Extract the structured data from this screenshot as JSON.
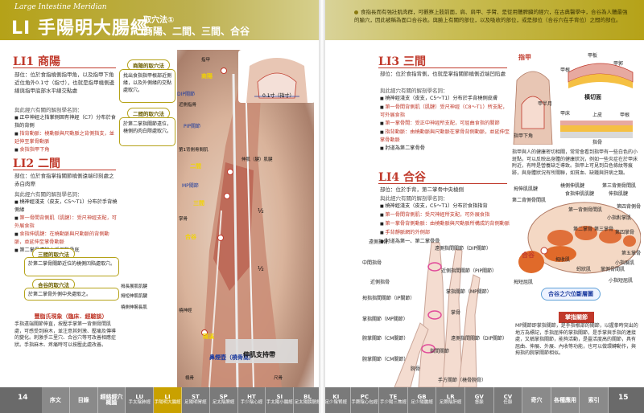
{
  "left": {
    "header": {
      "meridian_en": "Large Intestine Meridian",
      "meridian_title": "LI 手陽明大腸經",
      "acu_method": "取穴法①",
      "acu_points": "商陽、二間、三間、合谷"
    },
    "li1": {
      "title": "LI1 商陽",
      "location": "部位：位於食指橈側指甲角，以及指甲下角近位角外0.1寸（指寸），也就是指甲橈側邊線與指甲底部水平線交點處",
      "nerve_heading": "與此經穴有關的解剖學名詞：",
      "bullets": [
        "正中神經之指掌側固有神經（C7）分布於食指的背側",
        "指背動脈：橈動脈與尺動脈之背側指支，並延伸至掌骨動脈",
        "食指指甲下角"
      ],
      "callout_tag": "商陽的取穴法",
      "callout_text": "找出食指指甲根部近側緣，以及外側緣的交點處取穴。"
    },
    "li2": {
      "title": "LI2 二間",
      "location": "部位：位於食指掌指關節橈側遠端印刻處之赤白肉際",
      "nerve_heading": "與此經穴有關的解剖學名詞：",
      "bullets": [
        "橈神經淺支（皮支，C5〜T1）分布於手背橈側緣",
        "第一骨間背側肌（肌腱）：受尺神經支配，可外展食指",
        "食指伸肌腱：在橈動脈與尺動脈的背側動脈，並延伸至掌骨動脈",
        "第二掌骨遠端之近側指骨底"
      ],
      "callout_tag": "二間的取穴法",
      "callout_text": "於第二掌指關節遠位，橈側的肉白際處取穴。"
    },
    "li3_callout_tag": "三間的取穴法",
    "li3_callout_text": "於第二掌骨關節近位的橈側凹陷處取穴。",
    "li4_callout_tag": "合谷的取穴法",
    "li4_callout_text": "於第二掌骨外側中央處取之。",
    "tip": {
      "title": "豐脂氏現象（臨床．經驗談）",
      "text": "手指遠端關節伸直，按壓手掌第一背側骨間肌處，可感受到麻木，並注意其刺激、壓痛及傳導的變化。刺激手三里穴、合谷穴等可改善相應症狀。手指麻木、疼痛時可以按壓此處改善。"
    },
    "anatomy_labels": {
      "shangyang": "商陽",
      "erjian": "二間",
      "sanjian": "三間",
      "hegu": "合谷",
      "yangxi": "陽溪",
      "dip": "DIP關節",
      "pip": "PIP關節",
      "mp": "MP關節",
      "half1": "½",
      "half2": "½",
      "nail": "指甲",
      "tendon": "伸肌（腱）肌腱",
      "dorsal_interosseous": "第1背側骨間肌",
      "radial_nerve": "橈神經",
      "apl": "拇長展肌肌腱",
      "epb": "拇短伸肌肌腱",
      "ecrl": "橈側伸腕長肌",
      "snuff": "鼻煙壺（橈骨窩）",
      "retinaculum": "伸肌支持帶",
      "phalanx": "近側指骨",
      "metacarpal": "掌骨",
      "ulna": "尺骨",
      "radius": "橈骨",
      "zero_one": "0.1寸（指寸）"
    },
    "page_number": "14",
    "nav": [
      {
        "code": "序文",
        "name": ""
      },
      {
        "code": "目錄",
        "name": ""
      },
      {
        "code": "經絡經穴概論",
        "name": ""
      },
      {
        "code": "LU",
        "name": "手太陰肺經"
      },
      {
        "code": "LI",
        "name": "手陽明大腸經"
      },
      {
        "code": "ST",
        "name": "足陽明胃經"
      },
      {
        "code": "SP",
        "name": "足太陰脾經"
      },
      {
        "code": "HT",
        "name": "手少陰心經"
      },
      {
        "code": "SI",
        "name": "手太陽小腸經"
      },
      {
        "code": "BL",
        "name": "足太陽膀胱經"
      }
    ]
  },
  "right": {
    "intro": "食指長而有強壯肌肉群，可觀察上肢前面，肩、肩甲、手臂、是從用體脾臟的經穴，在古典醫學中，合谷為人體最強的腧穴，因此被稱為面口合谷收。與臉上有關的部位，以及吸收的部位，或是部位（合谷穴在手背位）之間的部位。",
    "li3": {
      "title": "LI3 三間",
      "location": "部位：位於食指背側，也就是掌指關節橈側近端凹陷處",
      "nerve_heading": "與此經穴有關的解剖學名詞：",
      "bullets": [
        "橈神經淺支（皮支，C5〜T1）分布於手背橈側皮膚",
        "第一骨間背側肌（肌腱）受尺神經（C8〜T1）所支配，可外展食指",
        "第一掌骨間：受正中神經所支配，可屈曲食指的關節",
        "指背動脈：由橈動脈與尺動脈在掌骨背側動脈，並延伸至掌骨動脈",
        "肘道為第二掌骨骨"
      ]
    },
    "li4": {
      "title": "LI4 合谷",
      "location": "部位：位於手背，第二掌骨中央橈側",
      "nerve_heading": "與此經穴有關的解剖學名詞：",
      "bullets": [
        "橈神經淺支（皮支，C5〜T1）分布於食指指背",
        "第一骨間背側肌：受尺神經所支配，可外展食指",
        "第一掌骨背側動脈：由橈動脈與尺動脈所構成的背側動脈",
        "手背靜脈網的外側部",
        "肘道為第一、第二掌骨骨"
      ]
    },
    "nail_fig": {
      "nail": "指甲",
      "nail_fold": "甲根",
      "lower_nail": "指甲下角",
      "cross": "橫切面",
      "nail_plate": "甲板",
      "nail_bed": "甲床",
      "cuticle": "上皮",
      "root": "甲根",
      "lateral": "甲郭",
      "bone": "指骨",
      "nail_half": "甲半月"
    },
    "cross_text": "指甲與人的健康密切相關，常常會看到指甲有一些白色的小斑點，可以反映出身體的健康狀況，例如一些炎症在於甲床附近，有時是營養缺乏導致。指甲上可見到白色條紋等痕跡，與身體狀況有所關聯，如貧血、缺鐵與肝病之類。",
    "section_fig": {
      "edh": "拇伸肌肌腱",
      "ecr": "橈側伸肌腱",
      "emi": "食指伸肌肌腱",
      "ed": "伸指肌腱",
      "dorsal2": "第二背側骨間肌",
      "dorsal3": "第三背側骨間肌",
      "dorsal4": "第四背側骨間肌",
      "met2": "第二掌骨",
      "met3": "第三掌骨",
      "met4": "第四掌骨",
      "met5": "第五掌骨",
      "adductor": "拇收肌",
      "dorsal1": "第一背側骨間肌",
      "pollicis": "拇短屈肌",
      "hegu": "合谷",
      "hegu_cap": "合谷之穴位斷層圖",
      "lumb": "蚓狀肌",
      "palmar": "掌側骨間肌",
      "ulnar_dig": "小指對掌肌",
      "abd_dig": "小指展肌",
      "short_flex": "小指短屈肌"
    },
    "joints_fig": {
      "dip": "遠側指間關節（DIP關節）",
      "pip": "近側指間關節（PIP關節）",
      "mp": "掌指關節（MP關節）",
      "cm": "腕掌關節（CM關節）",
      "distal": "遠側指骨",
      "middle": "中間指骨",
      "proximal": "近側指骨",
      "metacarpal": "掌骨",
      "carpal": "腕骨",
      "radius_cap": "手方關節（橈骨腕骨）",
      "ip": "指間關節",
      "thumb_ip": "拇指指間關節（IP關節）",
      "thumb_mp": "掌指關節（MP關節）",
      "thumb_cm": "腕掌關節（CM關節）",
      "side_dip": "遠側指間關節（DIP關節）"
    },
    "mp_box": {
      "title": "掌指關節",
      "text": "MP關節即掌指關節，是手指根部的關節，以握拳時突出的地方為標記，手指屈伸的掌指關節，是手掌與手指的連接處，又稱掌指關節，能夠活動，是靈活度高的關節，具有屈曲、伸展、外展、內收等功能，也可以做環轉動作，與拇指的腕掌關節相似。"
    },
    "page_number": "15",
    "nav": [
      {
        "code": "KI",
        "name": "足少陰腎經"
      },
      {
        "code": "PC",
        "name": "手厥陰心包經"
      },
      {
        "code": "TE",
        "name": "手少陽三焦經"
      },
      {
        "code": "GB",
        "name": "足少陽膽經"
      },
      {
        "code": "LR",
        "name": "足厥陰肝經"
      },
      {
        "code": "GV",
        "name": "督脈"
      },
      {
        "code": "CV",
        "name": "任脈"
      },
      {
        "code": "奇穴",
        "name": ""
      },
      {
        "code": "各種應用",
        "name": ""
      },
      {
        "code": "索引",
        "name": ""
      }
    ]
  },
  "colors": {
    "accent": "#b5a218",
    "red": "#c0392b",
    "blue": "#1e3da0",
    "nav_li": "#c9a100",
    "nav_gray": "#6a6a6a"
  }
}
